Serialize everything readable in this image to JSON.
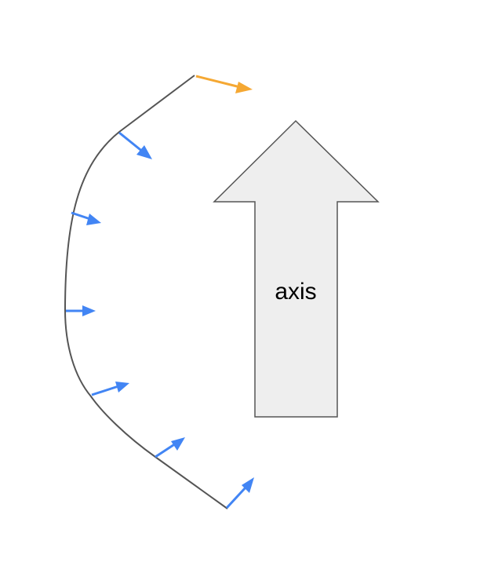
{
  "diagram": {
    "axis_label": "axis",
    "colors": {
      "curve": "#555555",
      "normal_arrow": "#4285f4",
      "highlight_arrow": "#f5a833",
      "axis_fill": "#eeeeee",
      "axis_stroke": "#555555"
    },
    "normal_arrow_count": 6,
    "highlight_arrow_count": 1
  }
}
